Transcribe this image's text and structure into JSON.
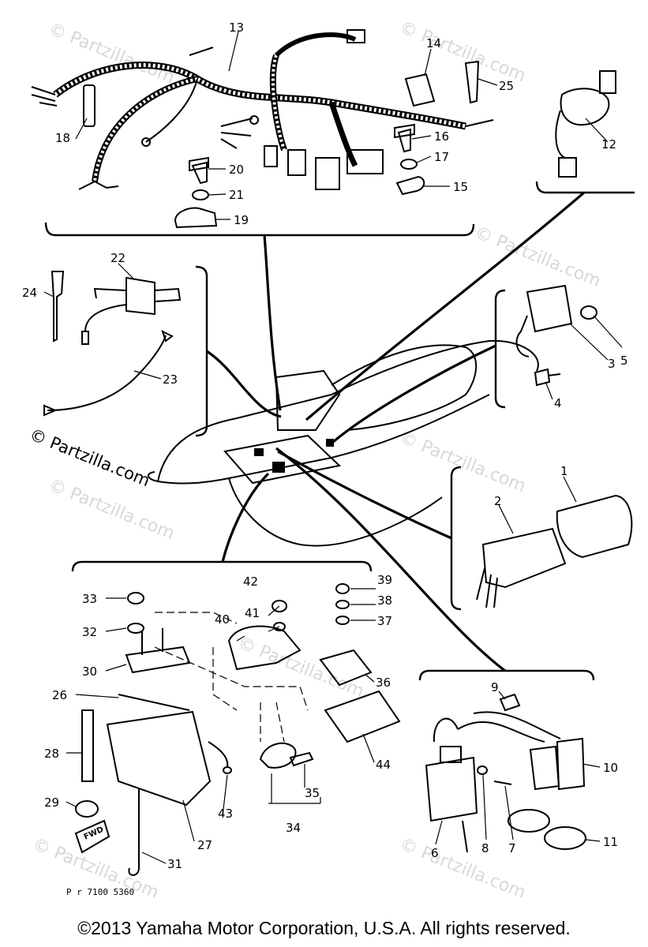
{
  "watermarks": [
    "© Partzilla.com",
    "© Partzilla.com",
    "© Partzilla.com",
    "© Partzilla.com",
    "© Partzilla.com",
    "© Partzilla.com",
    "© Partzilla.com",
    "© Partzilla.com"
  ],
  "side_watermark": "© Partzilla.com",
  "drawing_code": "P r 7100 5360",
  "fwd_tag": "FWD",
  "copyright": "©2013  Yamaha Motor Corporation, U.S.A. All rights reserved.",
  "callouts": {
    "n1": "1",
    "n2": "2",
    "n3": "3",
    "n4": "4",
    "n5": "5",
    "n6": "6",
    "n7": "7",
    "n8": "8",
    "n9": "9",
    "n10": "10",
    "n11": "11",
    "n12": "12",
    "n13": "13",
    "n14": "14",
    "n15": "15",
    "n16": "16",
    "n17": "17",
    "n18": "18",
    "n19": "19",
    "n20": "20",
    "n21": "21",
    "n22": "22",
    "n23": "23",
    "n24": "24",
    "n25": "25",
    "n26": "26",
    "n27": "27",
    "n28": "28",
    "n29": "29",
    "n30": "30",
    "n31": "31",
    "n32": "32",
    "n33": "33",
    "n34": "34",
    "n35": "35",
    "n36": "36",
    "n37": "37",
    "n38": "38",
    "n39": "39",
    "n40": "40",
    "n41": "41",
    "n42": "42",
    "n43": "43",
    "n44": "44"
  }
}
